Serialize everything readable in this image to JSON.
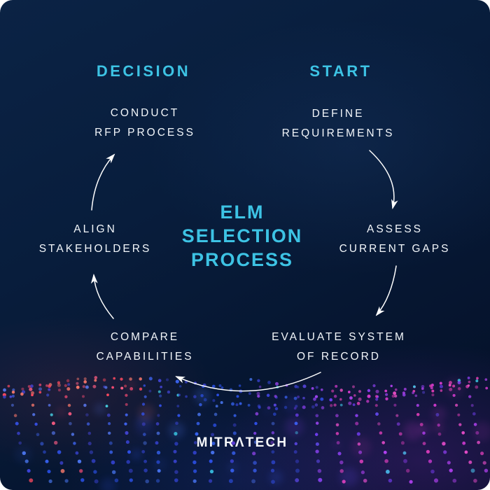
{
  "diagram": {
    "title_lines": [
      "ELM",
      "SELECTION",
      "PROCESS"
    ],
    "phases": [
      {
        "id": "decision",
        "text": "DECISION"
      },
      {
        "id": "start",
        "text": "START"
      }
    ],
    "steps": [
      {
        "id": "conduct-rfp-process",
        "lines": [
          "CONDUCT",
          "RFP PROCESS"
        ]
      },
      {
        "id": "define-requirements",
        "lines": [
          "DEFINE",
          "REQUIREMENTS"
        ]
      },
      {
        "id": "align-stakeholders",
        "lines": [
          "ALIGN",
          "STAKEHOLDERS"
        ]
      },
      {
        "id": "assess-current-gaps",
        "lines": [
          "ASSESS",
          "CURRENT GAPS"
        ]
      },
      {
        "id": "compare-capabilities",
        "lines": [
          "COMPARE",
          "CAPABILITIES"
        ]
      },
      {
        "id": "evaluate-system-of-record",
        "lines": [
          "EVALUATE SYSTEM",
          "OF RECORD"
        ]
      }
    ],
    "colors": {
      "accent_cyan": "#3dc3e4",
      "text_white": "#f2f6fa",
      "background_navy": "#081d3c",
      "arrow_white": "#ffffff"
    },
    "wave_palette": {
      "red": [
        "#ff4a5f",
        "#f04a72",
        "#ff7d6d",
        "#ff5e86"
      ],
      "blue": [
        "#2a50e8",
        "#3563f2",
        "#3b43d8",
        "#4a79f5",
        "#2f3fc8"
      ],
      "purple": [
        "#6c3ef2",
        "#8a41f0",
        "#5a4ae8",
        "#9a44ee"
      ],
      "magenta": [
        "#d93ccc",
        "#ee41b4",
        "#b844f5",
        "#f050c0"
      ],
      "cyan_dot": "#38d4e6"
    }
  },
  "footer": {
    "logo_prefix": "MITR",
    "logo_mark": "Λ",
    "logo_suffix": "TECH"
  }
}
